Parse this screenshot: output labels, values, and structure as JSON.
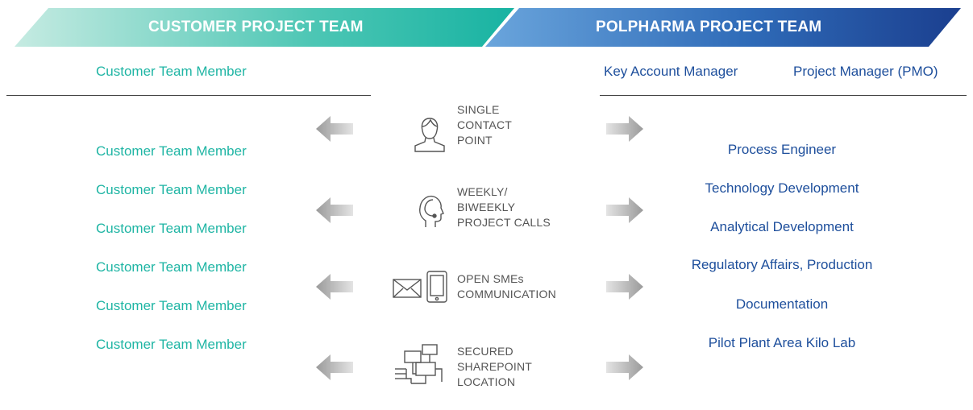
{
  "customer_banner": {
    "title": "CUSTOMER PROJECT TEAM"
  },
  "polpharma_banner": {
    "title": "POLPHARMA PROJECT TEAM"
  },
  "customer_header": {
    "label": "Customer Team Member"
  },
  "polpharma_header": {
    "key_account": "Key Account Manager",
    "project_manager": "Project Manager (PMO)"
  },
  "customer_members": [
    "Customer Team Member",
    "Customer Team Member",
    "Customer Team Member",
    "Customer Team Member",
    "Customer Team Member",
    "Customer Team Member"
  ],
  "polpharma_roles": [
    "Process Engineer",
    "Technology Development",
    "Analytical Development",
    "Regulatory Affairs, Production",
    "Documentation",
    "Pilot Plant Area Kilo Lab"
  ],
  "channels": [
    {
      "icon": "person-icon",
      "lines": [
        "SINGLE",
        "CONTACT",
        "POINT"
      ]
    },
    {
      "icon": "headset-icon",
      "lines": [
        "WEEKLY/",
        "BIWEEKLY",
        "PROJECT CALLS"
      ]
    },
    {
      "icon": "mail-phone-icon",
      "lines": [
        "OPEN SMEs",
        "COMMUNICATION"
      ]
    },
    {
      "icon": "network-icon",
      "lines": [
        "SECURED",
        "SHAREPOINT",
        "LOCATION"
      ]
    }
  ],
  "colors": {
    "teal_light": "#b4e3d8",
    "teal": "#1fb5a4",
    "blue_light": "#5b95d3",
    "blue_dark": "#1e4f9c",
    "arrow_gray": "#bcbcbc"
  }
}
